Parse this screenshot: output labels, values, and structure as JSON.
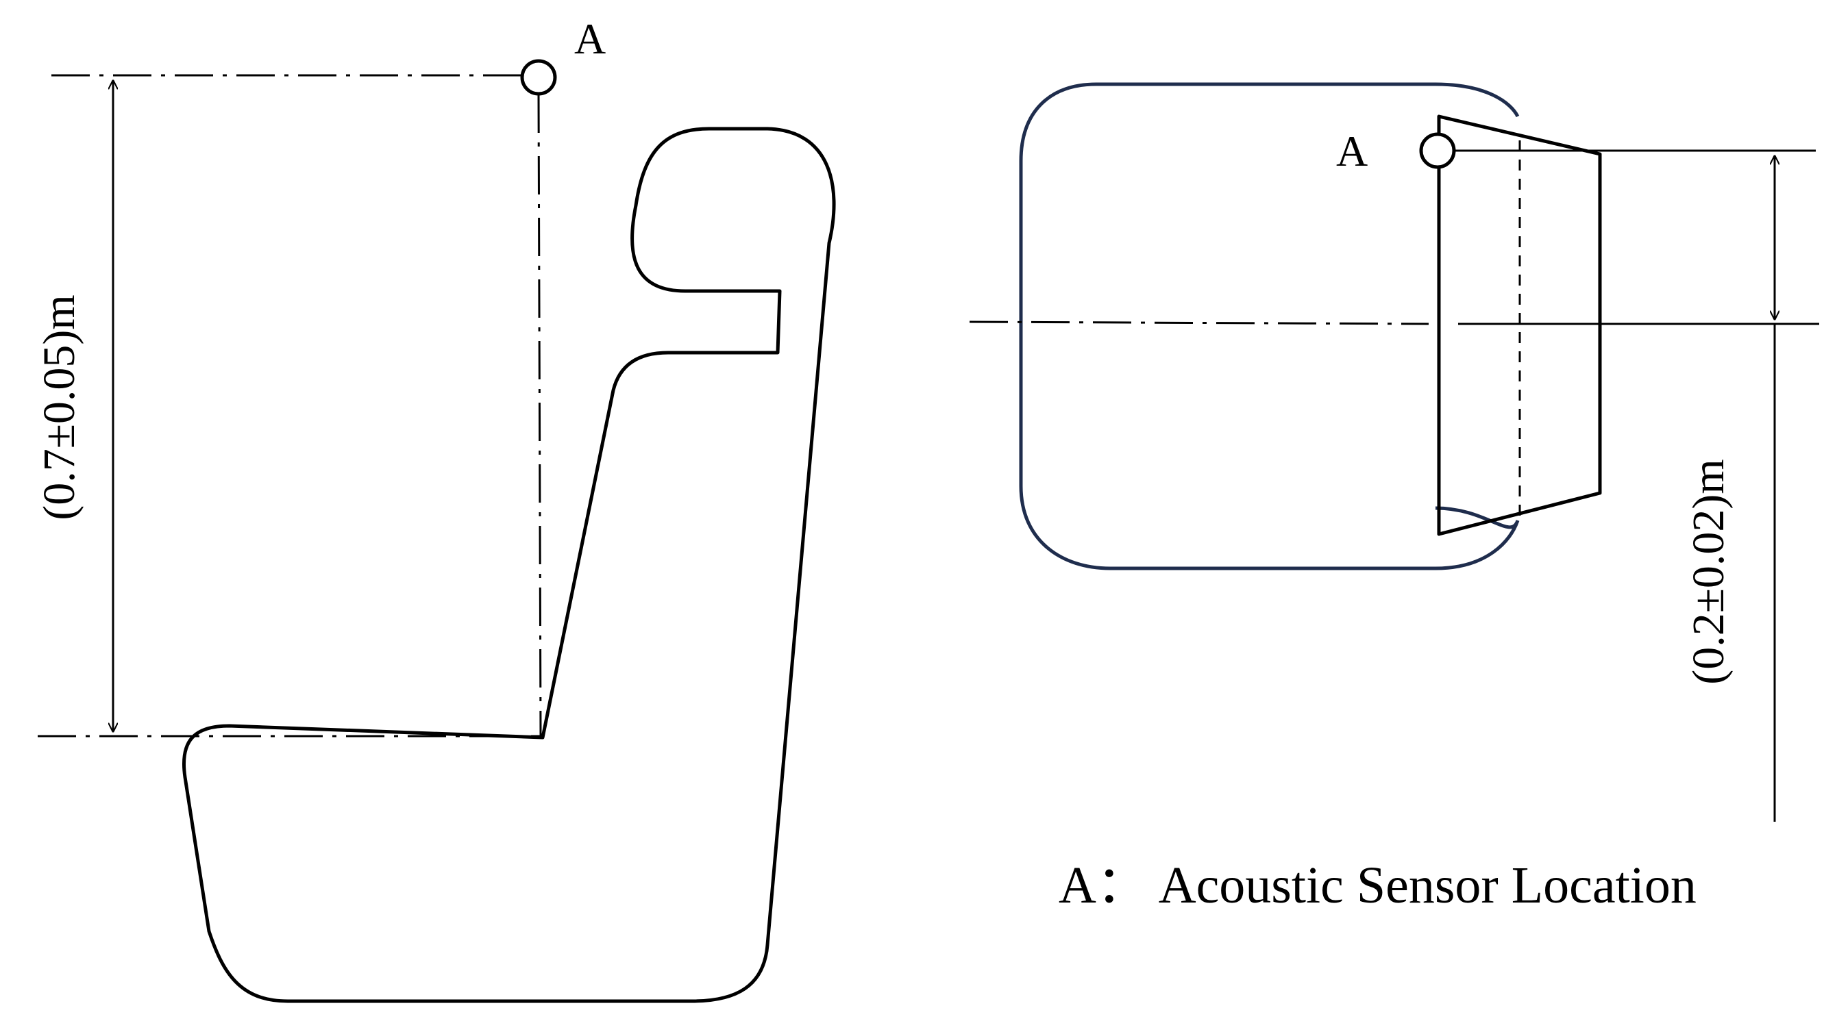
{
  "diagram": {
    "side_view": {
      "point_label": "A",
      "height_dimension": "(0.7±0.05)m"
    },
    "top_view": {
      "point_label": "A",
      "offset_dimension": "(0.2±0.02)m"
    },
    "legend": {
      "text": "A： Acoustic Sensor Location"
    }
  }
}
